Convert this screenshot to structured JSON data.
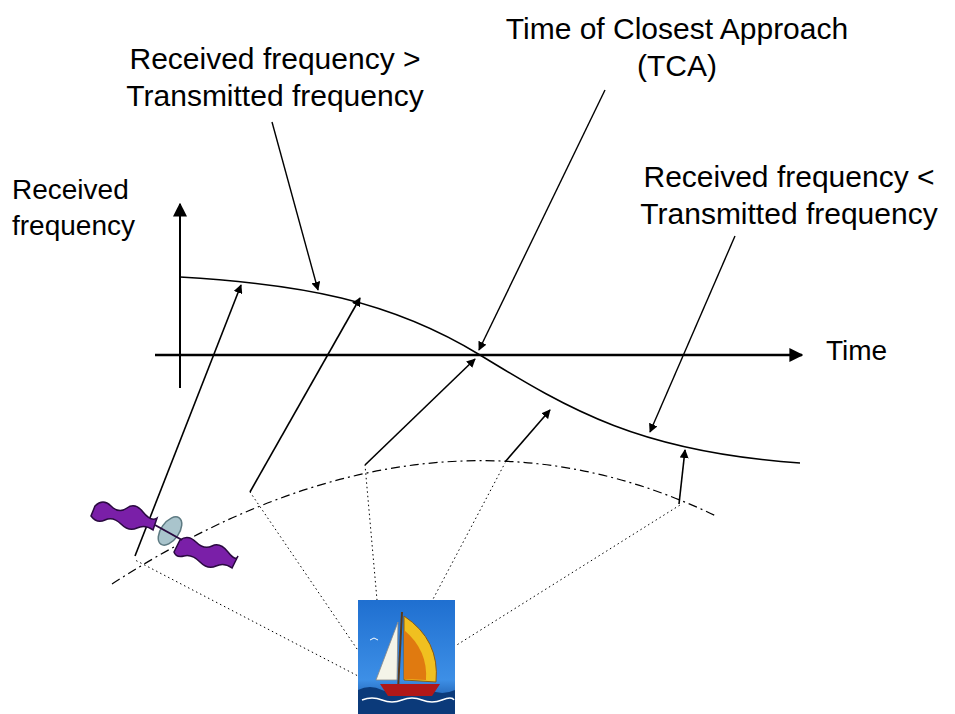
{
  "diagram": {
    "labels": [
      "Time of Closest Approach (TCA)",
      "Received frequency > Transmitted frequency",
      "Received frequency < Transmitted frequency",
      "Received frequency",
      "Time"
    ]
  }
}
